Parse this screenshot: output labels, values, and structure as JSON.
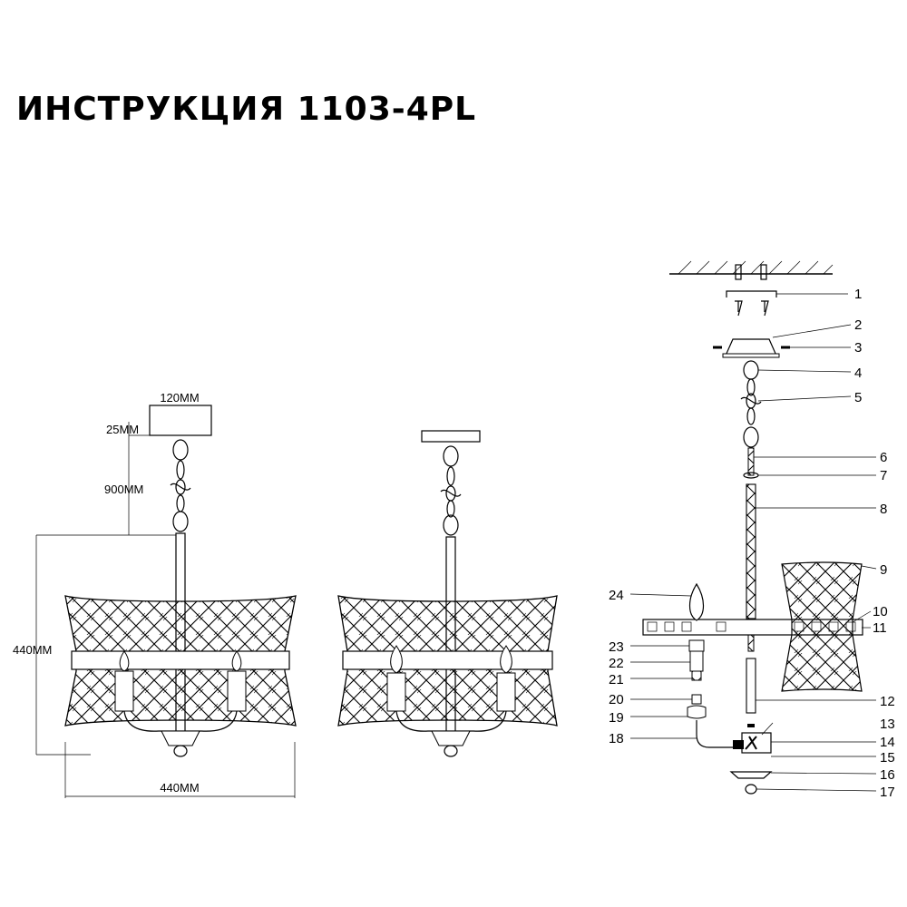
{
  "title": "ИНСТРУКЦИЯ 1103-4PL",
  "dimensions": {
    "canopy_width": "120MM",
    "canopy_height": "25MM",
    "chain_length": "900MM",
    "shade_height": "440MM",
    "shade_width": "440MM"
  },
  "parts": [
    "1",
    "2",
    "3",
    "4",
    "5",
    "6",
    "7",
    "8",
    "9",
    "10",
    "11",
    "12",
    "13",
    "14",
    "15",
    "16",
    "17",
    "18",
    "19",
    "20",
    "21",
    "22",
    "23",
    "24"
  ]
}
